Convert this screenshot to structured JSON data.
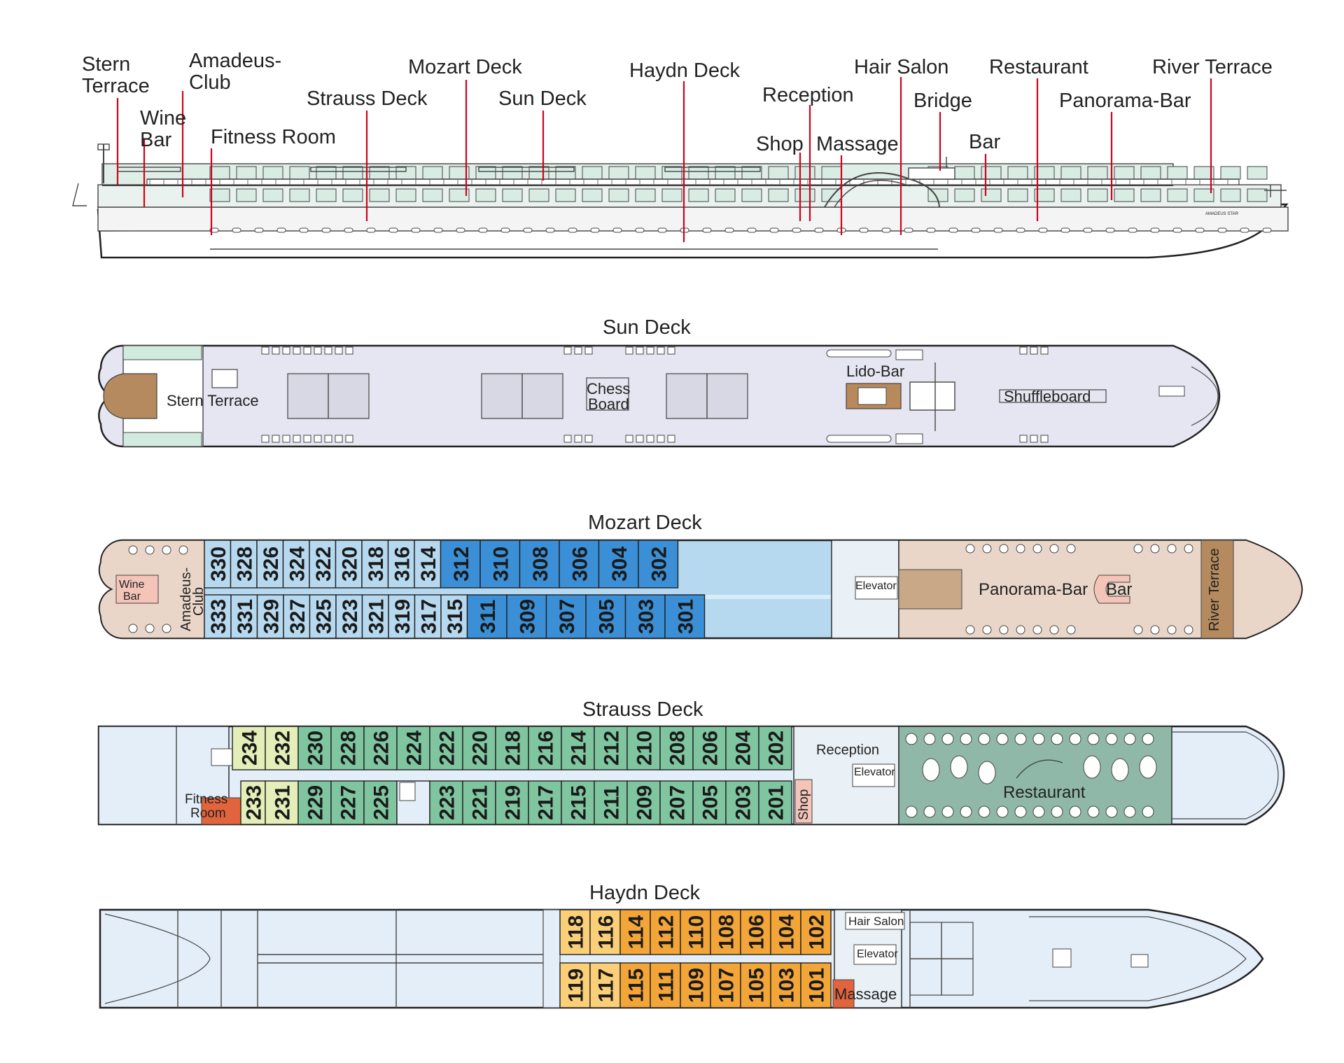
{
  "colors": {
    "sun_deck": "#e6e6f2",
    "mozart_suite": "#3a8fd6",
    "mozart_cabin": "#b7d9f0",
    "mozart_public": "#ead6c8",
    "strauss_cabin": "#7fc6a0",
    "strauss_light": "#e4eeb8",
    "strauss_restaurant": "#8fb8a8",
    "haydn_cabin": "#f3a637",
    "haydn_light": "#fbcf78",
    "orange_red": "#e2643c",
    "pink": "#f4c4b8",
    "leader": "#d0021b",
    "lower_hull": "#e4eef8"
  },
  "profile": {
    "labels": {
      "stern_terrace_1": "Stern",
      "stern_terrace_2": "Terrace",
      "amadeus_club_1": "Amadeus-",
      "amadeus_club_2": "Club",
      "wine_bar_1": "Wine",
      "wine_bar_2": "Bar",
      "fitness_room": "Fitness Room",
      "strauss_deck": "Strauss Deck",
      "mozart_deck": "Mozart Deck",
      "sun_deck": "Sun Deck",
      "haydn_deck": "Haydn Deck",
      "reception": "Reception",
      "shop": "Shop",
      "massage": "Massage",
      "hair_salon": "Hair Salon",
      "bridge": "Bridge",
      "bar": "Bar",
      "restaurant": "Restaurant",
      "panorama_bar": "Panorama-Bar",
      "river_terrace": "River Terrace",
      "ship_name": "AMADEUS STAR"
    }
  },
  "sun_deck": {
    "title": "Sun Deck",
    "stern_terrace": "Stern Terrace",
    "chess_1": "Chess",
    "chess_2": "Board",
    "lido_bar": "Lido-Bar",
    "shuffleboard": "Shuffleboard"
  },
  "mozart_deck": {
    "title": "Mozart Deck",
    "wine_bar_1": "Wine",
    "wine_bar_2": "Bar",
    "amadeus_club_1": "Amadeus-",
    "amadeus_club_2": "Club",
    "elevator": "Elevator",
    "panorama_bar": "Panorama-Bar",
    "bar": "Bar",
    "river_terrace": "River Terrace",
    "top_cabins": [
      "330",
      "328",
      "326",
      "324",
      "322",
      "320",
      "318",
      "316",
      "314",
      "312",
      "310",
      "308",
      "306",
      "304",
      "302"
    ],
    "bottom_cabins": [
      "333",
      "331",
      "329",
      "327",
      "325",
      "323",
      "321",
      "319",
      "317",
      "315",
      "311",
      "309",
      "307",
      "305",
      "303",
      "301"
    ]
  },
  "strauss_deck": {
    "title": "Strauss Deck",
    "fitness_1": "Fitness",
    "fitness_2": "Room",
    "reception": "Reception",
    "elevator": "Elevator",
    "shop": "Shop",
    "restaurant": "Restaurant",
    "top_cabins": [
      "234",
      "232",
      "230",
      "228",
      "226",
      "224",
      "222",
      "220",
      "218",
      "216",
      "214",
      "212",
      "210",
      "208",
      "206",
      "204",
      "202"
    ],
    "bottom_cabins": [
      "233",
      "231",
      "229",
      "227",
      "225",
      "223",
      "221",
      "219",
      "217",
      "215",
      "211",
      "209",
      "207",
      "205",
      "203",
      "201"
    ]
  },
  "haydn_deck": {
    "title": "Haydn Deck",
    "hair_salon": "Hair Salon",
    "elevator": "Elevator",
    "massage": "Massage",
    "top_cabins": [
      "118",
      "116",
      "114",
      "112",
      "110",
      "108",
      "106",
      "104",
      "102"
    ],
    "bottom_cabins": [
      "119",
      "117",
      "115",
      "111",
      "109",
      "107",
      "105",
      "103",
      "101"
    ]
  }
}
